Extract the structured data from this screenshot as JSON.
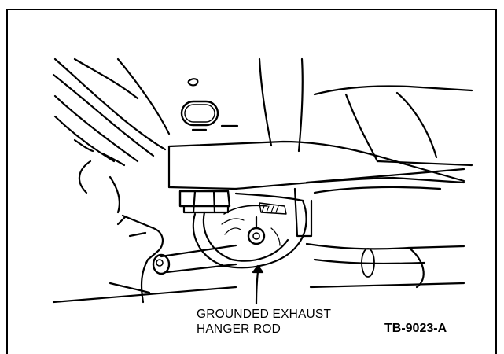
{
  "callout": {
    "line1": "GROUNDED EXHAUST",
    "line2": "HANGER ROD"
  },
  "figure_code": "TB-9023-A",
  "colors": {
    "line": "#000000",
    "background": "#ffffff"
  }
}
